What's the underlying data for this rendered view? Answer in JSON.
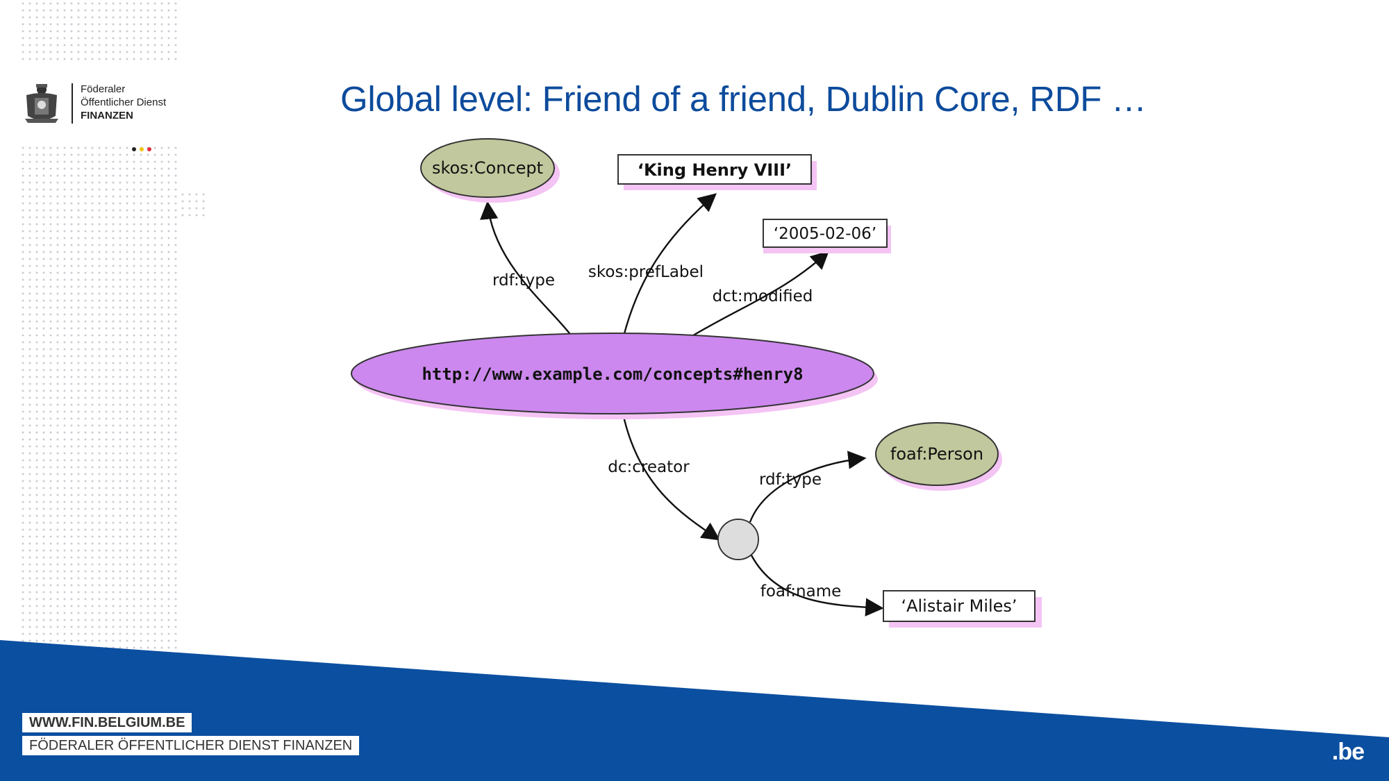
{
  "header": {
    "logo_lines": [
      "Föderaler",
      "Öffentlicher Dienst",
      "FINANZEN"
    ],
    "title": "Global level: Friend of a friend, Dublin Core, RDF …"
  },
  "diagram": {
    "nodes": {
      "central": "http://www.example.com/concepts#henry8",
      "concept": "skos:Concept",
      "pref_label": "‘King Henry VIII’",
      "modified_value": "‘2005-02-06’",
      "person": "foaf:Person",
      "name_value": "‘Alistair Miles’"
    },
    "edges": {
      "type1": "rdf:type",
      "pref_label": "skos:prefLabel",
      "modified": "dct:modified",
      "creator": "dc:creator",
      "type2": "rdf:type",
      "name": "foaf:name"
    },
    "colors": {
      "central_fill": "#cc88ee",
      "class_fill": "#c2c89d",
      "shadow": "#f4c4f4",
      "blank_fill": "#dddddd"
    }
  },
  "footer": {
    "url": "WWW.FIN.BELGIUM.BE",
    "org": "FÖDERALER ÖFFENTLICHER DIENST FINANZEN",
    "brand": ".be",
    "band_color": "#0b4fa0"
  }
}
